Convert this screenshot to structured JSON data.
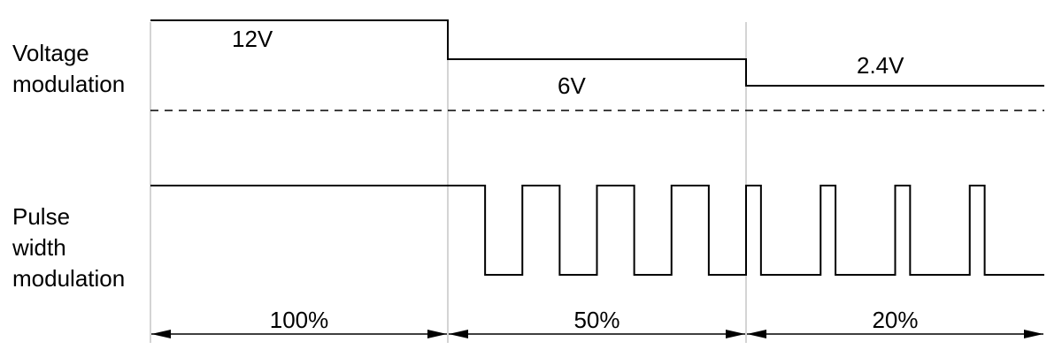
{
  "row_labels": {
    "voltage": [
      "Voltage",
      "modulation"
    ],
    "pwm": [
      "Pulse",
      "width",
      "modulation"
    ]
  },
  "segments": [
    {
      "voltage_label": "12V",
      "duty_label": "100%",
      "duty": 1.0,
      "level_v": 12
    },
    {
      "voltage_label": "6V",
      "duty_label": "50%",
      "duty": 0.5,
      "level_v": 6
    },
    {
      "voltage_label": "2.4V",
      "duty_label": "20%",
      "duty": 0.2,
      "level_v": 2.4
    }
  ],
  "pulses_per_segment": 4,
  "colors": {
    "line": "#000000",
    "divider": "#b8b8b8"
  }
}
